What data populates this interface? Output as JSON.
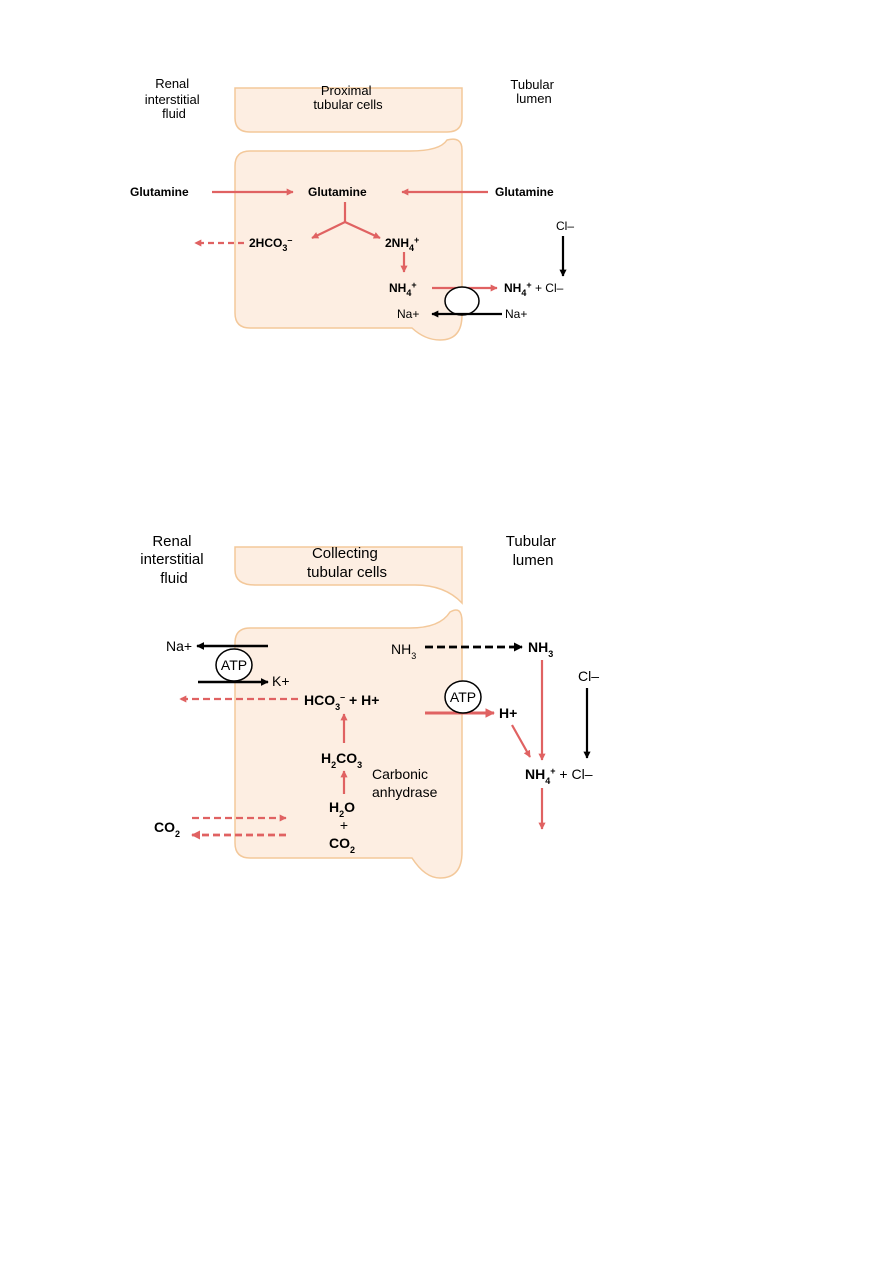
{
  "colors": {
    "cell_fill": "#fdeee2",
    "cell_stroke": "#f3c89a",
    "red_arrow": "#e06262",
    "black_arrow": "#000000"
  },
  "top": {
    "headers": {
      "renal": [
        "Renal",
        "interstitial",
        "fluid"
      ],
      "cell": [
        "Proximal",
        "tubular cells"
      ],
      "lumen": [
        "Tubular",
        "lumen"
      ]
    },
    "glutamine_left": "Glutamine",
    "glutamine_center": "Glutamine",
    "glutamine_right": "Glutamine",
    "bicarbonate": {
      "coef": "2HCO",
      "sub": "3",
      "sup": "–"
    },
    "ammonium_2": {
      "coef": "2NH",
      "sub": "4",
      "sup": "+"
    },
    "ammonium_cell": {
      "base": "NH",
      "sub": "4",
      "sup": "+"
    },
    "ammonium_lumen": {
      "base": "NH",
      "sub": "4",
      "sup": "+",
      "tail": " + Cl–"
    },
    "chloride": "Cl–",
    "na_cell": "Na+",
    "na_lumen": "Na+"
  },
  "bottom": {
    "headers": {
      "renal": [
        "Renal",
        "interstitial",
        "fluid"
      ],
      "cell": [
        "Collecting",
        "tubular cells"
      ],
      "lumen": [
        "Tubular",
        "lumen"
      ]
    },
    "na": "Na+",
    "k": "K+",
    "atp_left": "ATP",
    "atp_right": "ATP",
    "nh3_cell": {
      "base": "NH",
      "sub": "3"
    },
    "nh3_lumen": {
      "base": "NH",
      "sub": "3"
    },
    "chloride": "Cl–",
    "hco3_h": {
      "base": "HCO",
      "sub": "3",
      "sup": "–",
      "tail": " + H+"
    },
    "h_lumen": "H+",
    "h2co3": {
      "a": "H",
      "s1": "2",
      "b": "CO",
      "s2": "3"
    },
    "enzyme": [
      "Carbonic",
      "anhydrase"
    ],
    "h2o": {
      "a": "H",
      "s1": "2",
      "b": "O"
    },
    "plus": "+",
    "co2_cell": {
      "a": "CO",
      "s1": "2"
    },
    "co2_left": {
      "a": "CO",
      "s1": "2"
    },
    "nh4_cl": {
      "base": "NH",
      "sub": "4",
      "sup": "+",
      "tail": " + Cl–"
    }
  }
}
